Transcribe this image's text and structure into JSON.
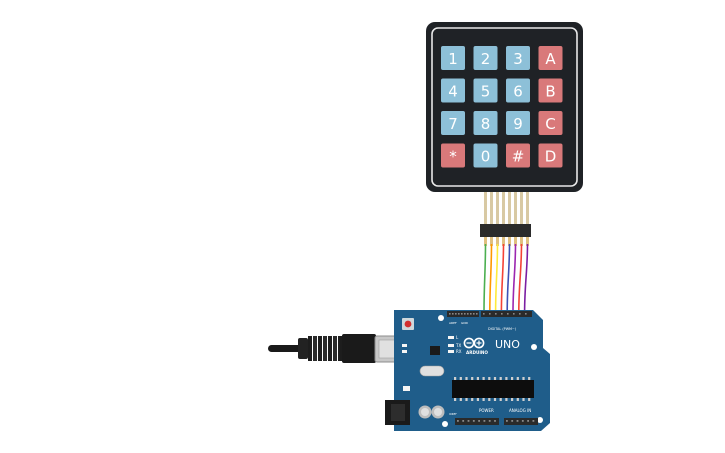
{
  "keypad": {
    "keys": [
      {
        "label": "1",
        "type": "digit"
      },
      {
        "label": "2",
        "type": "digit"
      },
      {
        "label": "3",
        "type": "digit"
      },
      {
        "label": "A",
        "type": "letter"
      },
      {
        "label": "4",
        "type": "digit"
      },
      {
        "label": "5",
        "type": "digit"
      },
      {
        "label": "6",
        "type": "digit"
      },
      {
        "label": "B",
        "type": "letter"
      },
      {
        "label": "7",
        "type": "digit"
      },
      {
        "label": "8",
        "type": "digit"
      },
      {
        "label": "9",
        "type": "digit"
      },
      {
        "label": "C",
        "type": "letter"
      },
      {
        "label": "*",
        "type": "letter"
      },
      {
        "label": "0",
        "type": "digit"
      },
      {
        "label": "#",
        "type": "letter"
      },
      {
        "label": "D",
        "type": "letter"
      }
    ],
    "colors": {
      "frame": "#1f2226",
      "digit_key": "#8dc0d8",
      "letter_key": "#d9797a"
    }
  },
  "arduino": {
    "model": "UNO",
    "brand": "ARDUINO",
    "digital_label": "DIGITAL (PWM~)",
    "power_label": "POWER",
    "analog_label": "ANALOG IN",
    "aref_label": "AREF",
    "gnd_label": "GND",
    "led_labels": [
      "L",
      "TX",
      "RX"
    ],
    "ioref_label": "IOREF",
    "colors": {
      "board": "#1f5d8a",
      "header": "#2a2a2a"
    }
  },
  "wires": [
    {
      "color": "#4caf50"
    },
    {
      "color": "#ff9800"
    },
    {
      "color": "#ffeb3b"
    },
    {
      "color": "#f44336"
    },
    {
      "color": "#3f51b5"
    },
    {
      "color": "#9c27b0"
    },
    {
      "color": "#f44336"
    },
    {
      "color": "#7b1fa2"
    }
  ],
  "usb_cable": {
    "colors": {
      "body": "#1a1a1a",
      "connector": "#bdbdbd"
    }
  }
}
